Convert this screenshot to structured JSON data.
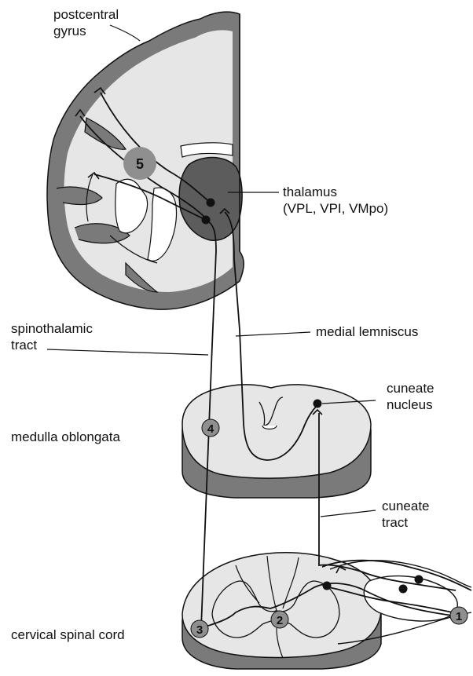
{
  "colors": {
    "dark_gray": "#7a7a7a",
    "light_gray": "#e6e6e6",
    "stroke": "#111111",
    "marker_fill": "#8f8f8f"
  },
  "labels": {
    "postcentral_gyrus": [
      "postcentral",
      "gyrus"
    ],
    "thalamus": [
      "thalamus",
      "(VPL, VPI, VMpo)"
    ],
    "spinothalamic_tract": [
      "spinothalamic",
      "tract"
    ],
    "medial_lemniscus": "medial lemniscus",
    "cuneate_nucleus": [
      "cuneate",
      "nucleus"
    ],
    "medulla_oblongata": "medulla oblongata",
    "cuneate_tract": [
      "cuneate",
      "tract"
    ],
    "cervical_spinal_cord": "cervical spinal cord"
  },
  "markers": [
    "1",
    "2",
    "3",
    "4",
    "5"
  ],
  "icons": [
    "neuron-cell-body-dot",
    "synapse-fork-icon"
  ]
}
